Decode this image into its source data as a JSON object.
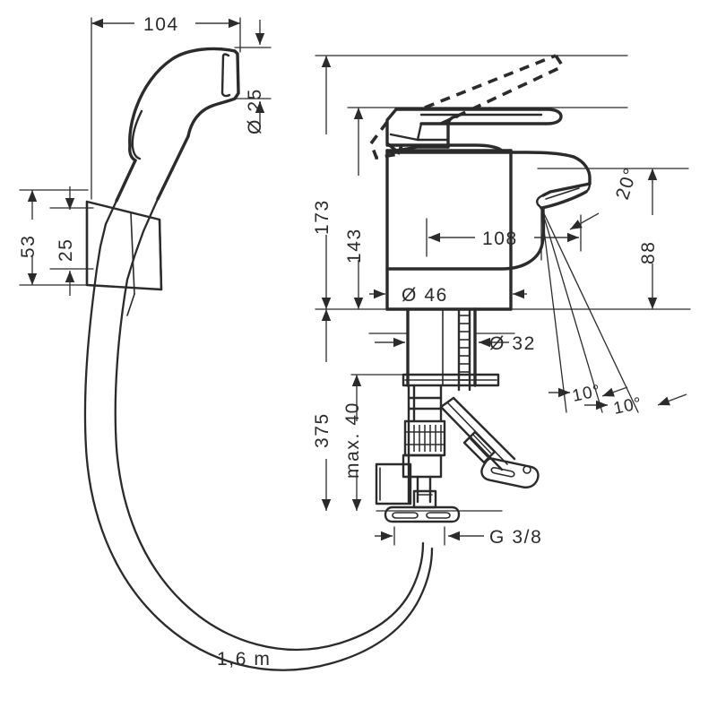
{
  "drawing": {
    "type": "technical-dimension-drawing",
    "subject": "Bidet hand shower with single lever basin mixer",
    "units": "mm",
    "background_color": "#ffffff",
    "line_color": "#2b2b2b"
  },
  "dimensions": {
    "handspray_width": "104",
    "handspray_outlet_dia": "Ø 25",
    "holder_total_height": "53",
    "holder_inner_height": "25",
    "mixer_total_height": "173",
    "mixer_body_height": "143",
    "spout_reach": "108",
    "body_dia": "Ø 46",
    "shank_dia": "Ø 32",
    "spout_outlet_height": "88",
    "shank_total_length": "375",
    "max_basin_thickness": "max. 40",
    "supply_thread": "G 3/8",
    "hose_length": "1,6 m"
  },
  "angles": {
    "spray_cone": "20°",
    "spray_left": "10°",
    "spray_right": "10°"
  },
  "labels": [
    {
      "id": "dim-104",
      "text": "104",
      "orientation": "horizontal"
    },
    {
      "id": "dim-d25",
      "text": "Ø 25",
      "orientation": "vertical"
    },
    {
      "id": "dim-53",
      "text": "53",
      "orientation": "vertical"
    },
    {
      "id": "dim-25",
      "text": "25",
      "orientation": "vertical"
    },
    {
      "id": "dim-173",
      "text": "173",
      "orientation": "vertical"
    },
    {
      "id": "dim-143",
      "text": "143",
      "orientation": "vertical"
    },
    {
      "id": "dim-108",
      "text": "108",
      "orientation": "horizontal"
    },
    {
      "id": "dim-d46",
      "text": "Ø 46",
      "orientation": "horizontal"
    },
    {
      "id": "dim-d32",
      "text": "Ø 32",
      "orientation": "horizontal"
    },
    {
      "id": "dim-88",
      "text": "88",
      "orientation": "vertical"
    },
    {
      "id": "dim-375",
      "text": "375",
      "orientation": "vertical"
    },
    {
      "id": "dim-max40",
      "text": "max. 40",
      "orientation": "vertical"
    },
    {
      "id": "dim-g38",
      "text": "G 3/8",
      "orientation": "horizontal"
    },
    {
      "id": "dim-hose",
      "text": "1,6 m",
      "orientation": "horizontal"
    },
    {
      "id": "ang-20",
      "text": "20°",
      "orientation": "rotated"
    },
    {
      "id": "ang-10-left",
      "text": "10°",
      "orientation": "rotated"
    },
    {
      "id": "ang-10-right",
      "text": "10°",
      "orientation": "rotated"
    }
  ]
}
